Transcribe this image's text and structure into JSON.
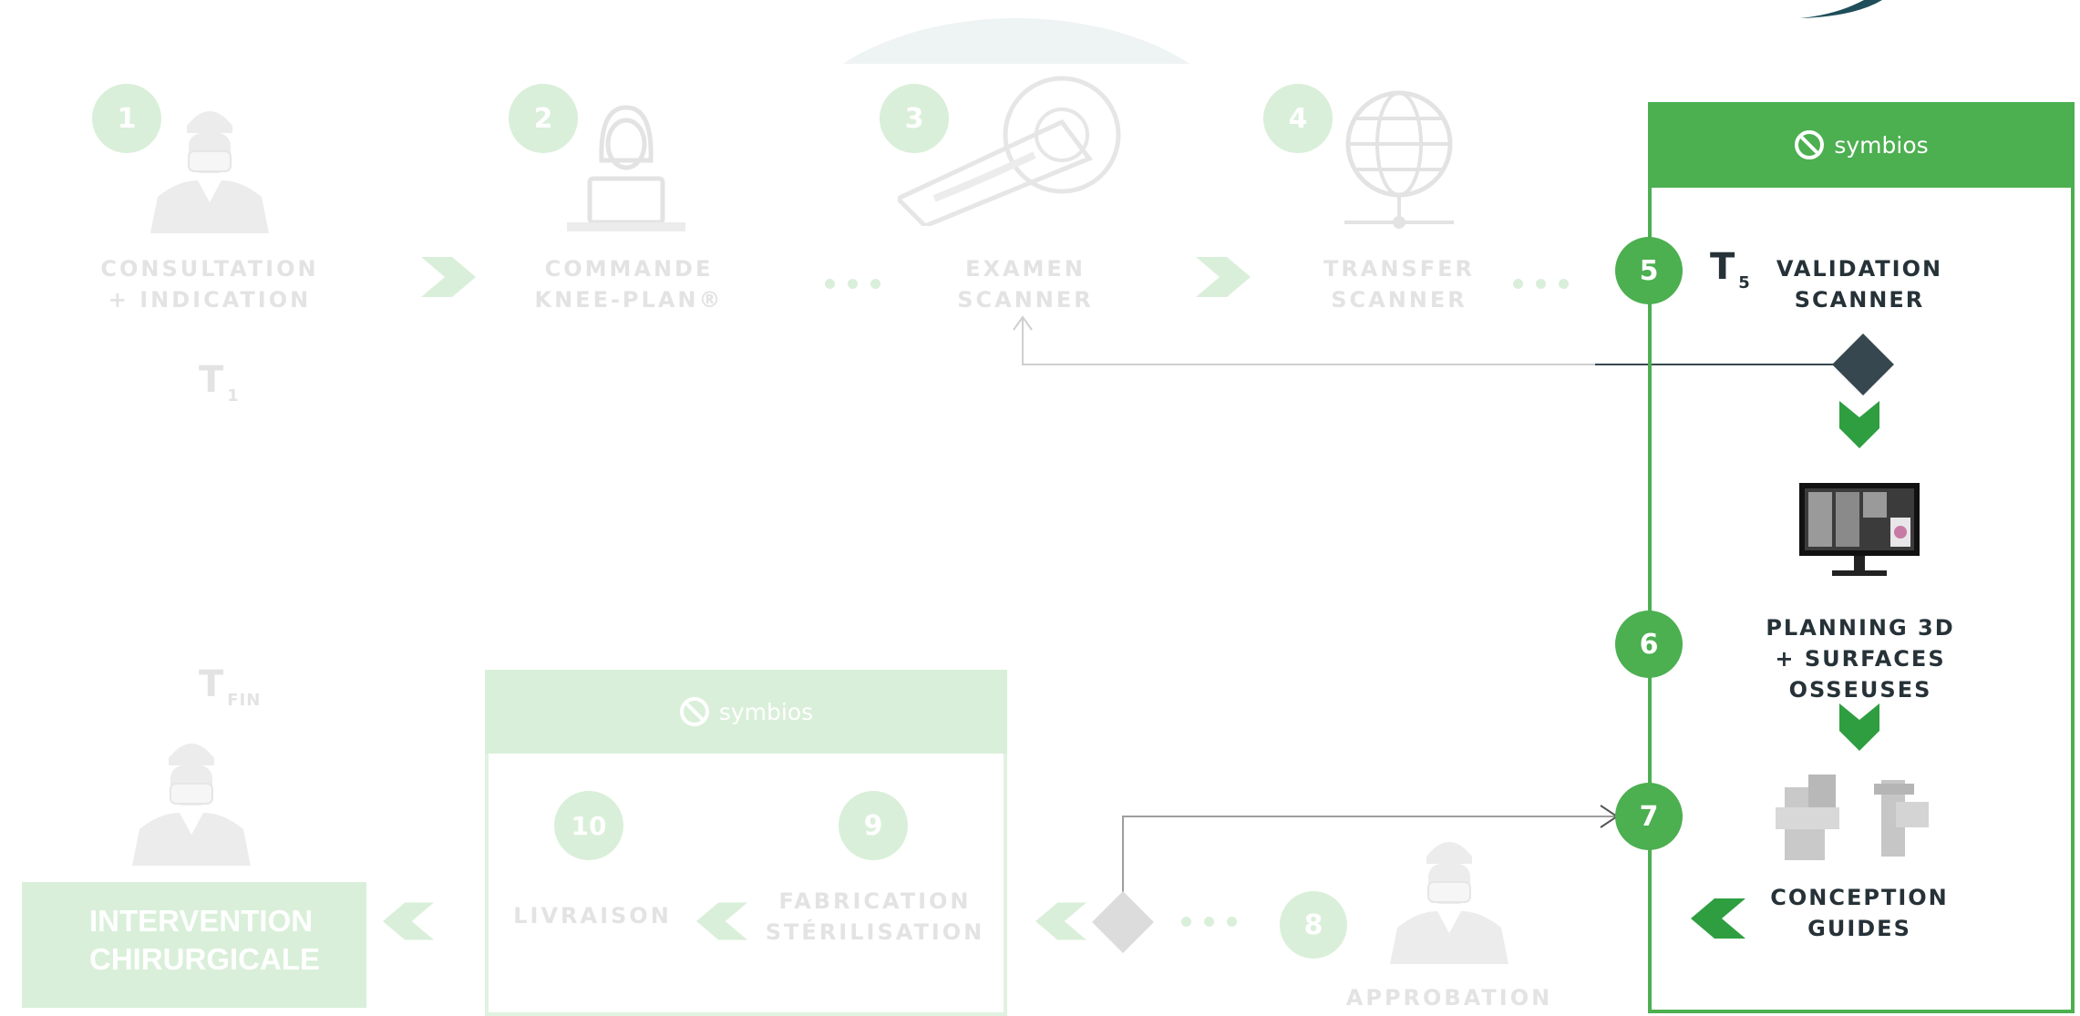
{
  "colors": {
    "accent_green": "#4caf50",
    "faded_green": "#d9efd9",
    "dark": "#37474f",
    "faded_text": "#e3e3e3",
    "arrow_green": "#2e9e40"
  },
  "brand": {
    "name": "symbios",
    "icon": "forbidden-circle-icon"
  },
  "steps": {
    "s1": {
      "number": "1",
      "label": "CONSULTATION\n+ INDICATION",
      "icon": "surgeon-icon"
    },
    "s2": {
      "number": "2",
      "label": "COMMANDE\nKNEE-PLAN®",
      "icon": "woman-laptop-icon"
    },
    "s3": {
      "number": "3",
      "label": "EXAMEN\nSCANNER",
      "icon": "ct-scanner-icon"
    },
    "s4": {
      "number": "4",
      "label": "TRANSFER\nSCANNER",
      "icon": "globe-network-icon"
    },
    "s5": {
      "number": "5",
      "label": "VALIDATION\nSCANNER"
    },
    "s6": {
      "number": "6",
      "label": "PLANNING 3D\n+ SURFACES OSSEUSES",
      "icon": "monitor-planning-icon"
    },
    "s7": {
      "number": "7",
      "label": "CONCEPTION\nGUIDES",
      "icon": "surgical-guides-icon"
    },
    "s8": {
      "number": "8",
      "label": "APPROBATION",
      "icon": "surgeon-icon"
    },
    "s9": {
      "number": "9",
      "label": "FABRICATION\nSTÉRILISATION"
    },
    "s10": {
      "number": "10",
      "label": "LIVRAISON"
    }
  },
  "times": {
    "t1": {
      "main": "T",
      "sub": "1"
    },
    "t5": {
      "main": "T",
      "sub": "5"
    },
    "tfin": {
      "main": "T",
      "sub": "FIN"
    }
  },
  "final": {
    "label": "INTERVENTION\nCHIRURGICALE",
    "icon": "surgeon-icon"
  }
}
